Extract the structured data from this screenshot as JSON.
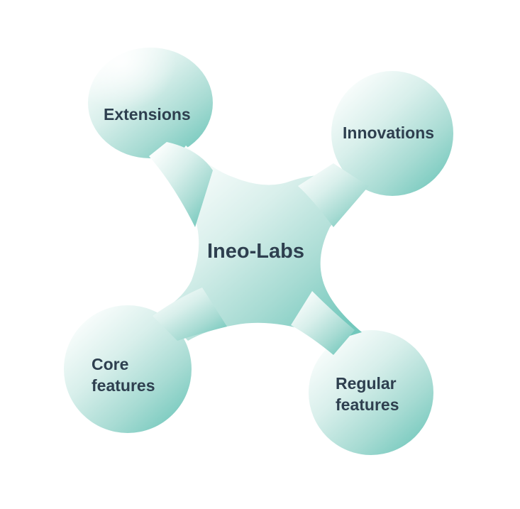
{
  "diagram": {
    "center": "Ineo-Labs",
    "lobes": {
      "top_left": {
        "lines": [
          "Extensions"
        ]
      },
      "top_right": {
        "lines": [
          "Innovations"
        ]
      },
      "bottom_left": {
        "lines": [
          "Core",
          "features"
        ]
      },
      "bottom_right": {
        "lines": [
          "Regular",
          "features"
        ]
      }
    }
  },
  "colors": {
    "text": "#2e3f4f",
    "fill_light": "#f6fbfa",
    "fill_mid": "#bfe4de",
    "fill_dark": "#7ccdc2",
    "edge": "#cde6e1"
  }
}
